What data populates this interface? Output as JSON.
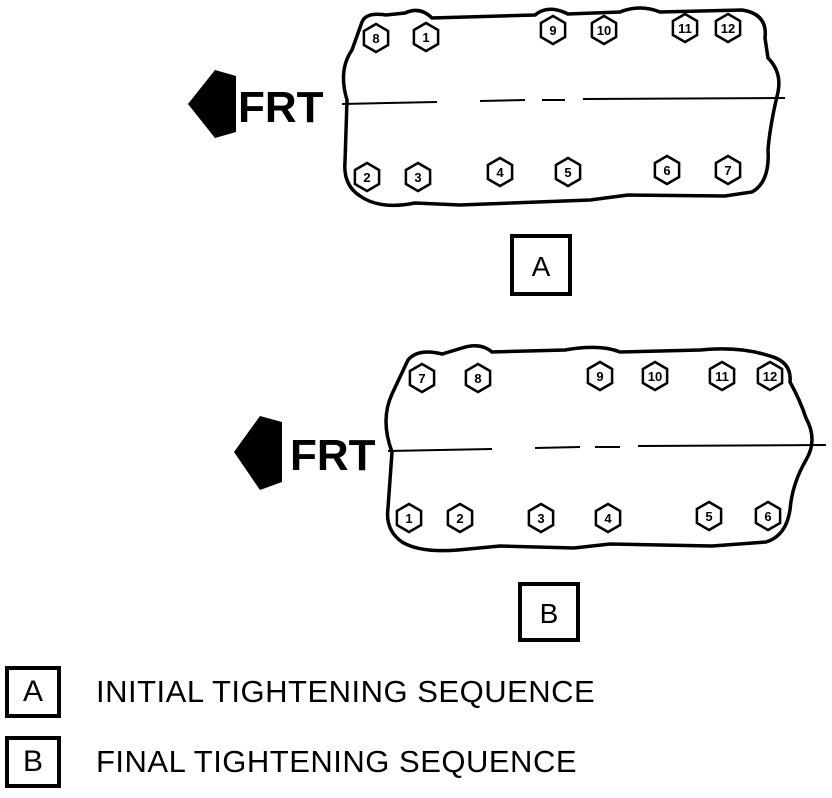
{
  "diagrams": [
    {
      "id": "A",
      "direction_label": "FRT",
      "box_label": "A",
      "top_bolts": [
        "8",
        "1",
        "9",
        "10",
        "11",
        "12"
      ],
      "bottom_bolts": [
        "2",
        "3",
        "4",
        "5",
        "6",
        "7"
      ]
    },
    {
      "id": "B",
      "direction_label": "FRT",
      "box_label": "B",
      "top_bolts": [
        "7",
        "8",
        "9",
        "10",
        "11",
        "12"
      ],
      "bottom_bolts": [
        "1",
        "2",
        "3",
        "4",
        "5",
        "6"
      ]
    }
  ],
  "legend": [
    {
      "key": "A",
      "text": "INITIAL TIGHTENING SEQUENCE"
    },
    {
      "key": "B",
      "text": "FINAL TIGHTENING SEQUENCE"
    }
  ]
}
